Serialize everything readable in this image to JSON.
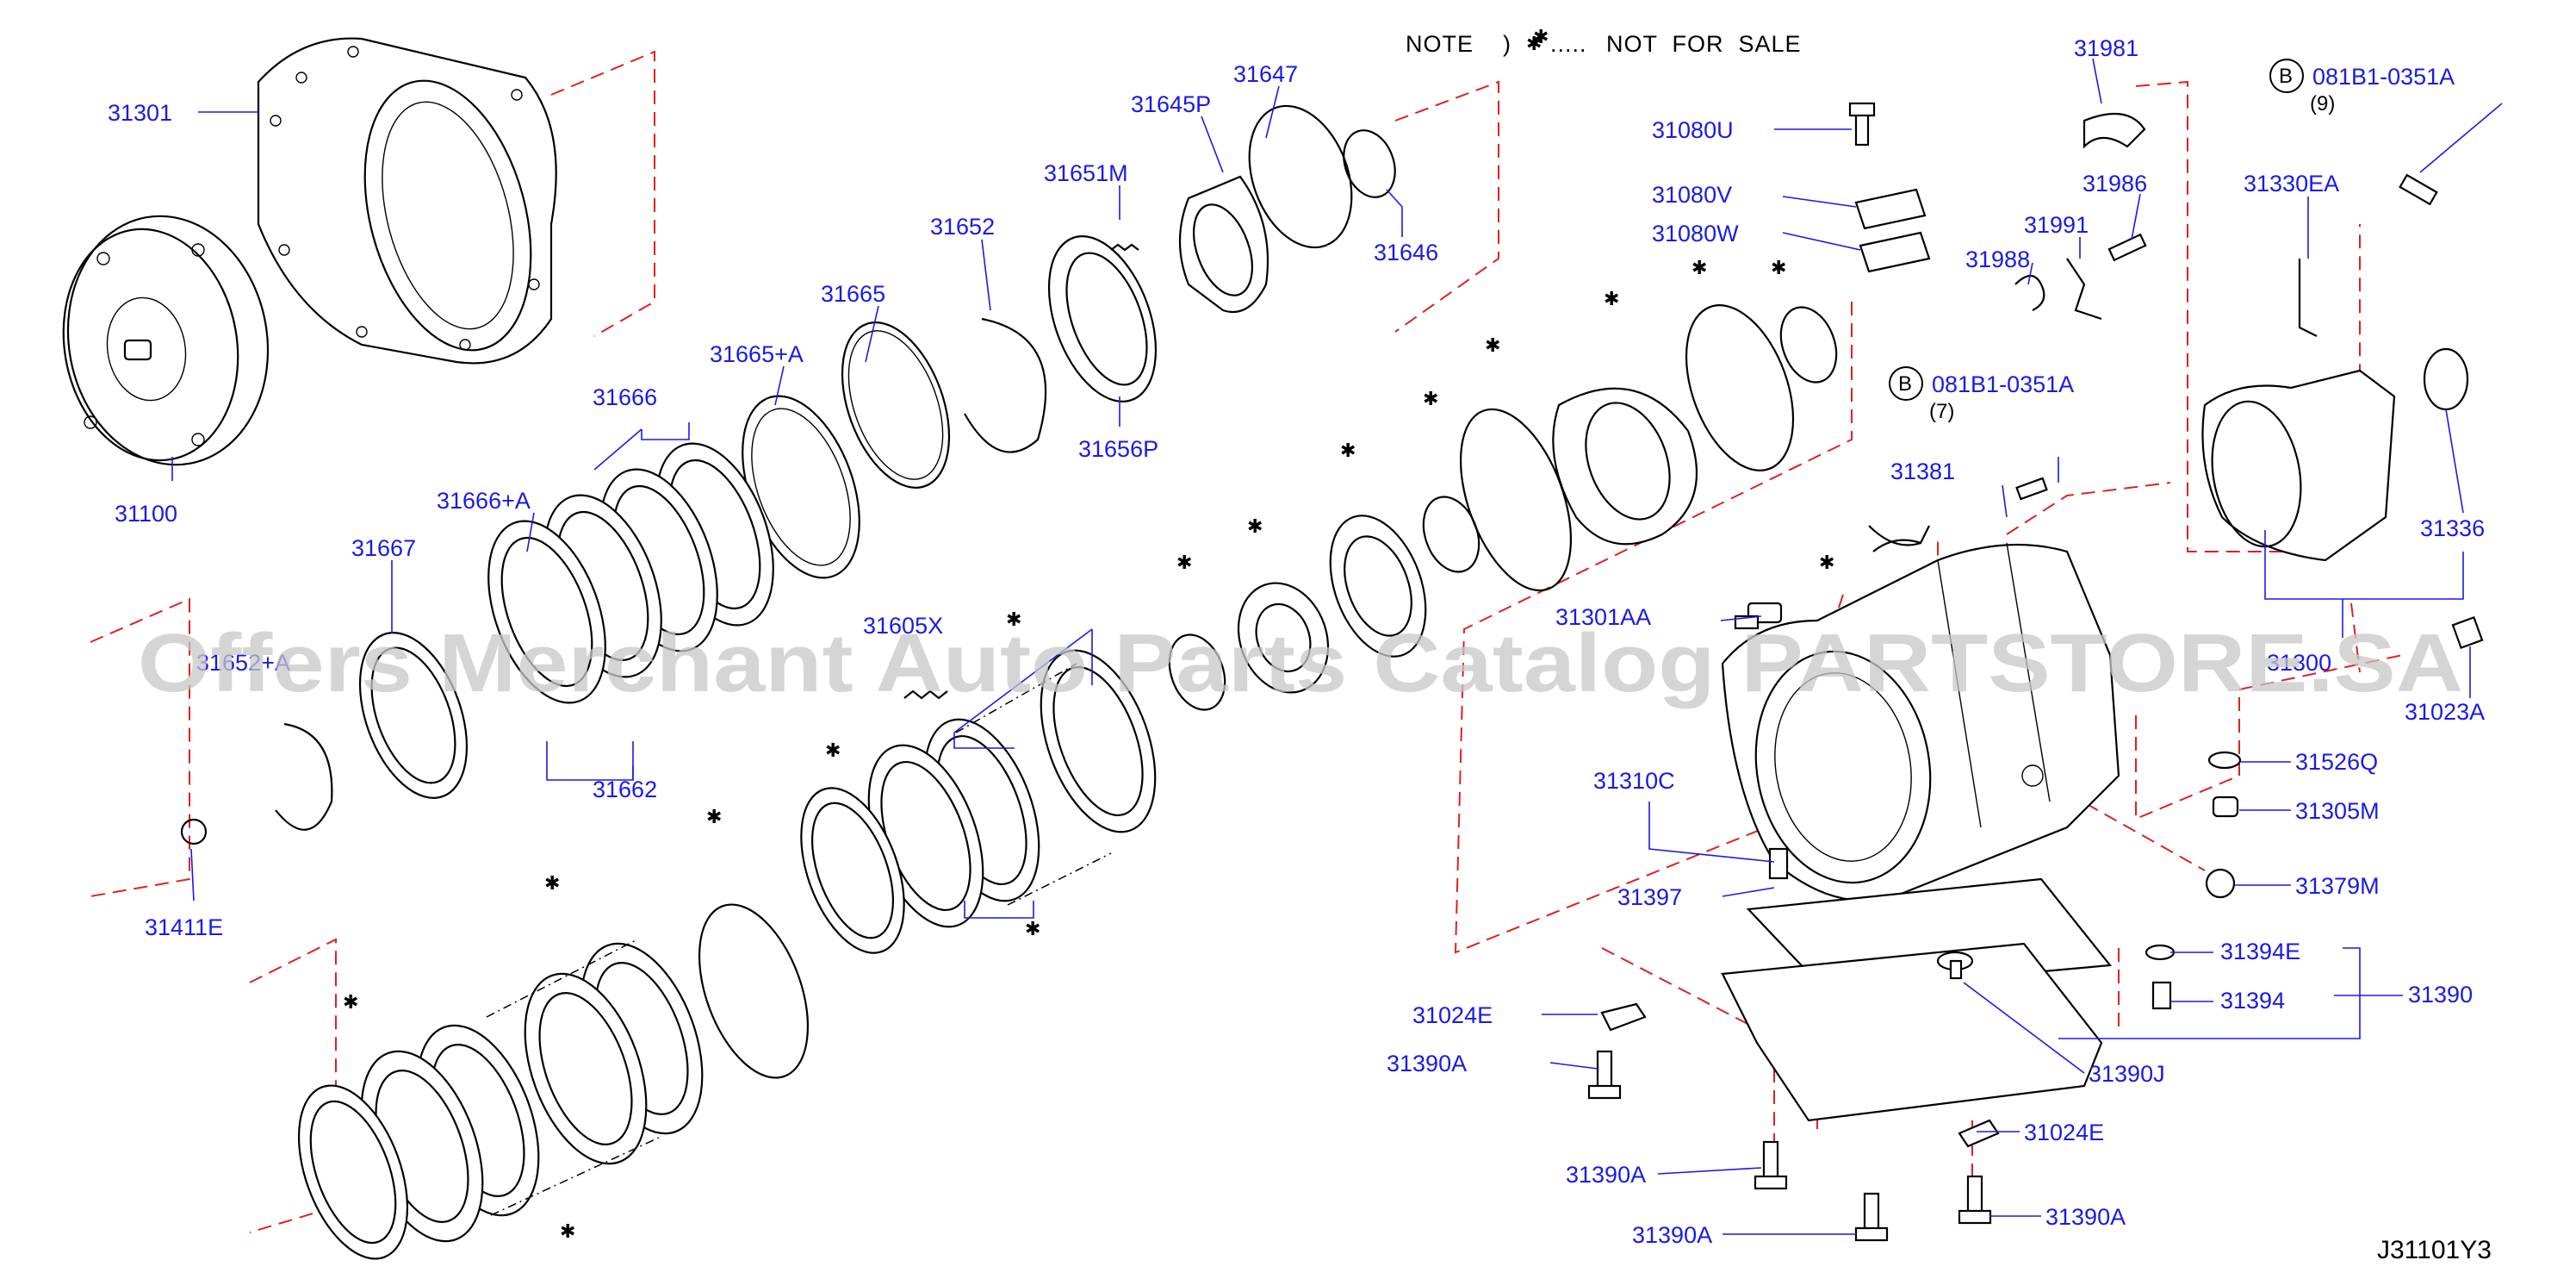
{
  "note": {
    "prefix": "NOTE",
    "paren": ")",
    "dots": ".....",
    "text": "NOT  FOR  SALE"
  },
  "diagram_code": "J31101Y3",
  "watermark": "Offers Merchant Auto Parts Catalog PARTSTORE.SA",
  "bolt_refs": [
    {
      "letter": "B",
      "code": "081B1-0351A",
      "qty": "(9)"
    },
    {
      "letter": "B",
      "code": "081B1-0351A",
      "qty": "(7)"
    }
  ],
  "labels": {
    "p31301": "31301",
    "p31100": "31100",
    "p31647": "31647",
    "p31645P": "31645P",
    "p31646": "31646",
    "p31651M": "31651M",
    "p31652": "31652",
    "p31656P": "31656P",
    "p31665": "31665",
    "p31665A": "31665+A",
    "p31666": "31666",
    "p31666A": "31666+A",
    "p31667": "31667",
    "p31662": "31662",
    "p31605X": "31605X",
    "p31411E": "31411E",
    "p31652A": "31652+A",
    "p31080U": "31080U",
    "p31080V": "31080V",
    "p31080W": "31080W",
    "p31981": "31981",
    "p31986": "31986",
    "p31991": "31991",
    "p31988": "31988",
    "p31330EA": "31330EA",
    "p31336": "31336",
    "p31381": "31381",
    "p31301AA": "31301AA",
    "p31300": "31300",
    "p31023A": "31023A",
    "p31526Q": "31526Q",
    "p31305M": "31305M",
    "p31379M": "31379M",
    "p31310C": "31310C",
    "p31397": "31397",
    "p31394E": "31394E",
    "p31394": "31394",
    "p31390": "31390",
    "p31390J": "31390J",
    "p31024E_left": "31024E",
    "p31024E_right": "31024E",
    "p31390A_1": "31390A",
    "p31390A_2": "31390A",
    "p31390A_3": "31390A",
    "p31390A_4": "31390A"
  },
  "colors": {
    "label_blue": "#1a1ae6",
    "guide_red": "#e02020",
    "line_black": "#000000"
  }
}
